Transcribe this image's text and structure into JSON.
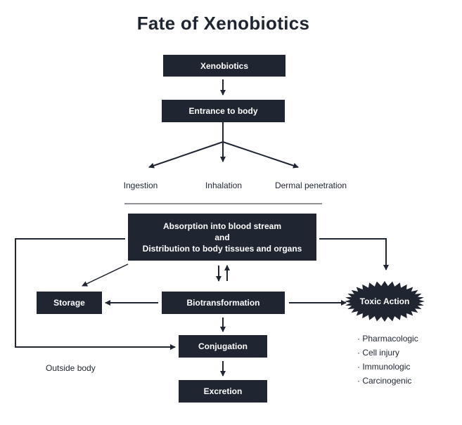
{
  "title": "Fate of Xenobiotics",
  "nodes": {
    "xenobiotics": "Xenobiotics",
    "entrance": "Entrance to body",
    "absorption_line1": "Absorption into blood stream",
    "absorption_line2": "and",
    "absorption_line3": "Distribution to body tissues and organs",
    "storage": "Storage",
    "biotransformation": "Biotransformation",
    "toxic_action": "Toxic Action",
    "conjugation": "Conjugation",
    "excretion": "Excretion"
  },
  "routes": [
    "Ingestion",
    "Inhalation",
    "Dermal penetration"
  ],
  "outside_body": "Outside body",
  "toxic_effects": [
    "Pharmacologic",
    "Cell injury",
    "Immunologic",
    "Carcinogenic"
  ],
  "colors": {
    "box": "#1f2631",
    "text": "#1f2631"
  }
}
